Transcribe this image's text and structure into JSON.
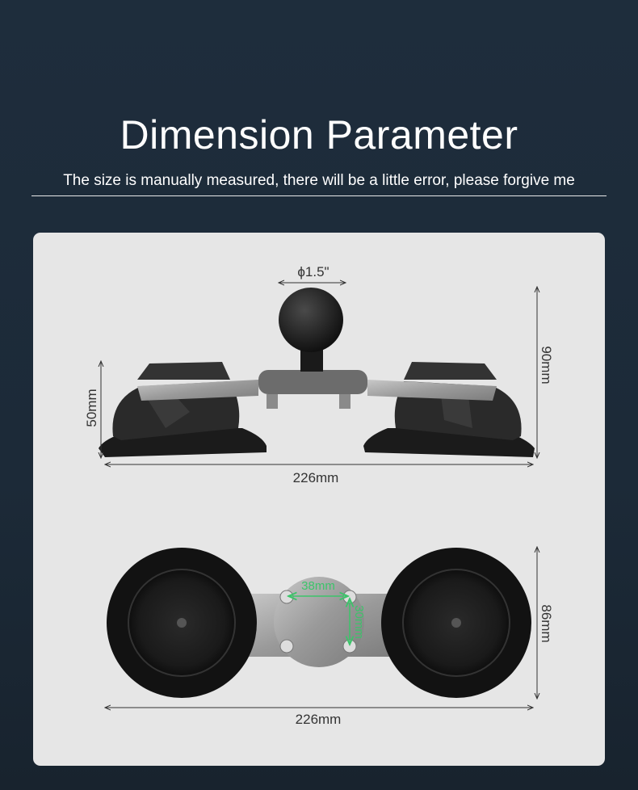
{
  "header": {
    "title": "Dimension Parameter",
    "subtitle": "The size is manually measured, there will be a little error, please forgive me"
  },
  "side_view": {
    "ball_diameter": "ϕ1.5\"",
    "height_total": "90mm",
    "height_base": "50mm",
    "length": "226mm"
  },
  "bottom_view": {
    "hole_spacing_x": "38mm",
    "hole_spacing_y": "30mm",
    "width": "86mm",
    "length": "226mm"
  },
  "colors": {
    "background": "#1e2d3c",
    "panel": "#e6e6e6",
    "annotation_green": "#3cc46a",
    "dimension_text": "#333333"
  }
}
